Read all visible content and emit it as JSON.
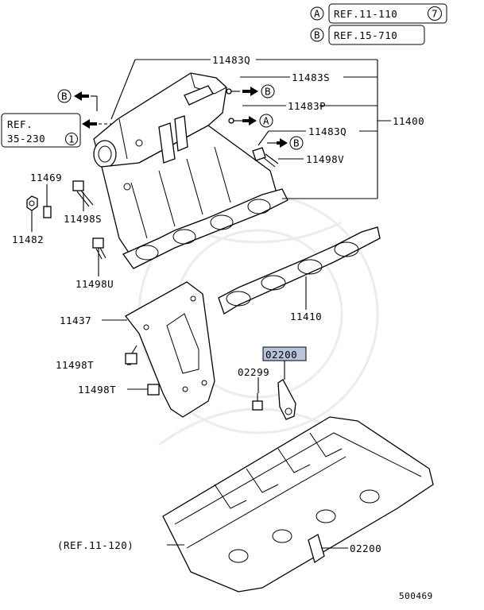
{
  "colors": {
    "highlight": "#b8c4dc",
    "ink": "#000000",
    "watermark": "#ececec"
  },
  "refs": {
    "a": {
      "letter": "A",
      "text": "REF.11-110",
      "num": "7"
    },
    "b": {
      "letter": "B",
      "text": "REF.15-710"
    },
    "c": {
      "line1": "REF.",
      "line2": "35-230",
      "num": "1"
    },
    "engine": "(REF.11-120)"
  },
  "arrows": {
    "b1": "B",
    "b2": "B",
    "a": "A",
    "b3": "B"
  },
  "labels": {
    "p11483q_top": "11483Q",
    "p11483s": "11483S",
    "p11483p": "11483P",
    "p11483q_mid": "11483Q",
    "p11400": "11400",
    "p11498v": "11498V",
    "p11469": "11469",
    "p11498s": "11498S",
    "p11482": "11482",
    "p11498u": "11498U",
    "p11410": "11410",
    "p11437": "11437",
    "p02200_hl": "02200",
    "p02299": "02299",
    "p11498t_a": "11498T",
    "p11498t_b": "11498T",
    "p02200": "02200"
  },
  "figure_number": "500469"
}
